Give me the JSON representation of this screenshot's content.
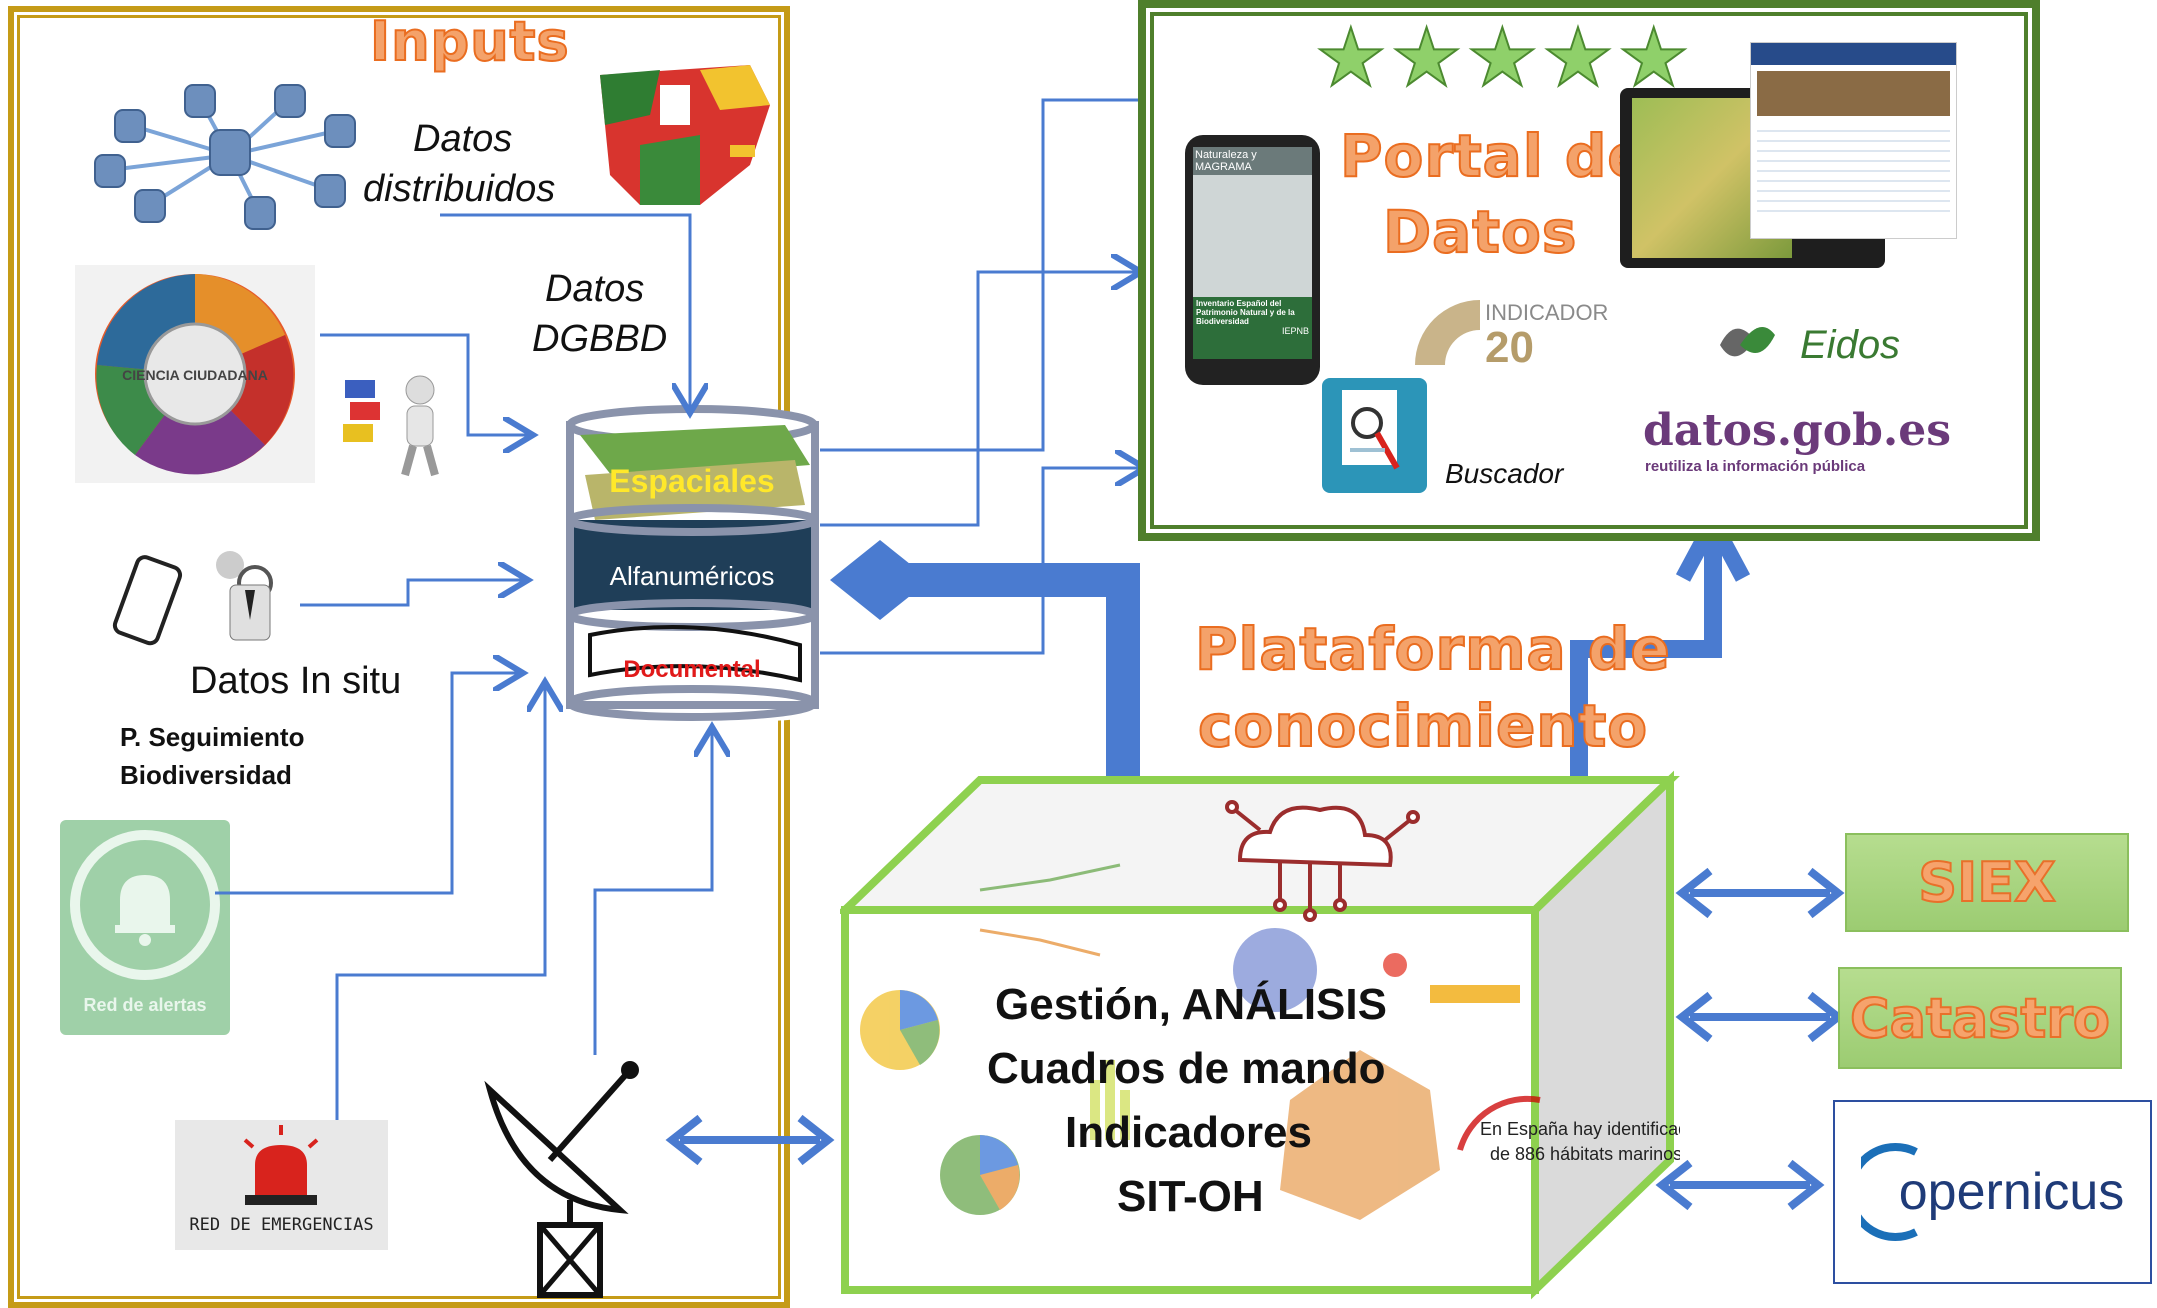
{
  "inputs": {
    "title": "Inputs",
    "datos_distribuidos": [
      "Datos",
      "distribuidos"
    ],
    "datos_dgbbd": [
      "Datos",
      "DGBBD"
    ],
    "datos_in_situ": "Datos In situ",
    "seguimiento": [
      "P. Seguimiento",
      "Biodiversidad"
    ],
    "ciencia_label": "CIENCIA CIUDADANA",
    "red_alertas": "Red de alertas",
    "red_emergencias": "RED DE EMERGENCIAS"
  },
  "database": {
    "layer1": "Espaciales",
    "layer2": "Alfanuméricos",
    "layer3": "Documental"
  },
  "portal": {
    "title": [
      "Portal de",
      "Datos"
    ],
    "phone_header": "Naturaleza y MAGRAMA",
    "phone_text": "Inventario Español del Patrimonio Natural y de la Biodiversidad",
    "phone_badge": "IEPNB",
    "indicador_label": "INDICADOR",
    "indicador_number": "20",
    "eidos": "Eidos",
    "buscador": "Buscador",
    "datos_gob": "datos.gob.es",
    "datos_gob_sub": "reutiliza la información pública",
    "stars": 5
  },
  "plataforma": {
    "title": [
      "Plataforma de",
      "conocimiento"
    ],
    "lines": [
      "Gestión, ANÁLISIS",
      "Cuadros de mando",
      "Indicadores",
      "SIT-OH"
    ],
    "habitats_text": [
      "En España hay identificados un total",
      "de 886 hábitats marinos"
    ]
  },
  "external": {
    "siex": "SIEX",
    "catastro": "Catastro",
    "copernicus": "opernicus"
  },
  "colors": {
    "inputs_border": "#c59b17",
    "portal_border": "#4f7f2c",
    "arrow_blue": "#4a7bd0",
    "cube_border": "#8ed14f",
    "orange_title": "#ea6d20"
  }
}
